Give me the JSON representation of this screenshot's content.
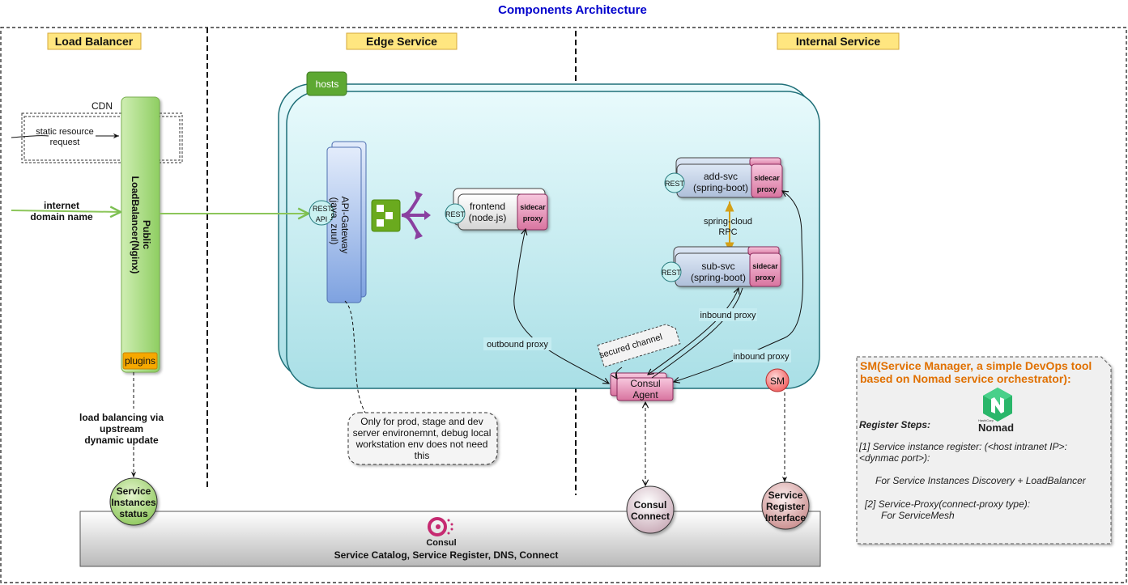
{
  "title": "Components Architecture",
  "sections": {
    "load_balancer": "Load Balancer",
    "edge_service": "Edge Service",
    "internal_service": "Internal Service"
  },
  "lb": {
    "cdn": "CDN",
    "static_line1": "static resource",
    "static_line2": "request",
    "internet_line1": "internet",
    "internet_line2": "domain name",
    "nginx_line1": "Public",
    "nginx_line2": "LoadBalancer(Nginx)",
    "plugins": "plugins",
    "note_line1": "load balancing via",
    "note_line2": "upstream",
    "note_line3": "dynamic update"
  },
  "hosts": "hosts",
  "gateway": {
    "rest_line1": "REST",
    "rest_line2": "API",
    "line1": "API-Gateway",
    "line2": "(java, zuul)"
  },
  "frontend": {
    "rest": "REST",
    "line1": "frontend",
    "line2": "(node.js)"
  },
  "add_svc": {
    "rest": "REST",
    "line1": "add-svc",
    "line2": "(spring-boot)"
  },
  "sub_svc": {
    "rest": "REST",
    "line1": "sub-svc",
    "line2": "(spring-boot)"
  },
  "sidecar": {
    "line1": "sidecar",
    "line2": "proxy"
  },
  "rpc": {
    "line1": "spring-cloud",
    "line2": "RPC"
  },
  "consul_agent": {
    "line1": "Consul",
    "line2": "Agent"
  },
  "labels": {
    "outbound_proxy": "outbound proxy",
    "inbound_proxy_1": "inbound proxy",
    "inbound_proxy_2": "inbound proxy",
    "secured_channel": "secured channel"
  },
  "sm_badge": "SM",
  "env_note": {
    "line1": "Only for prod, stage and dev",
    "line2": "server environemnt,  debug local",
    "line3": "workstation env does not need",
    "line4": "this"
  },
  "bottom": {
    "instances_line1": "Service",
    "instances_line2": "Instances",
    "instances_line3": "status",
    "connect_line1": "Consul",
    "connect_line2": "Connect",
    "register_line1": "Service",
    "register_line2": "Register",
    "register_line3": "Interface",
    "consul_logo": "Consul",
    "catalog": "Service Catalog, Service Register, DNS, Connect"
  },
  "sm_panel": {
    "title": "SM(Service Manager, a simple DevOps tool based on Nomad service orchestrator):",
    "steps_title": "Register Steps:",
    "step1": "[1] Service instance register: (<host intranet IP>:<dynmac port>):",
    "step1_sub": "For Service Instances Discovery + LoadBalancer",
    "step2": "[2] Service-Proxy(connect-proxy type):",
    "step2_sub": "For ServiceMesh",
    "nomad_small": "HashiCorp",
    "nomad_word": "Nomad"
  },
  "colors": {
    "title": "#0000cc",
    "section_fill": "#ffe680",
    "hosts_green": "#5da832",
    "host_fill": "#bfe9ef",
    "gateway_blue": "#94b3e8",
    "sidecar_pink": "#e38ab8",
    "rest_teal": "#c9f1f1",
    "sm_orange": "#e07000"
  }
}
